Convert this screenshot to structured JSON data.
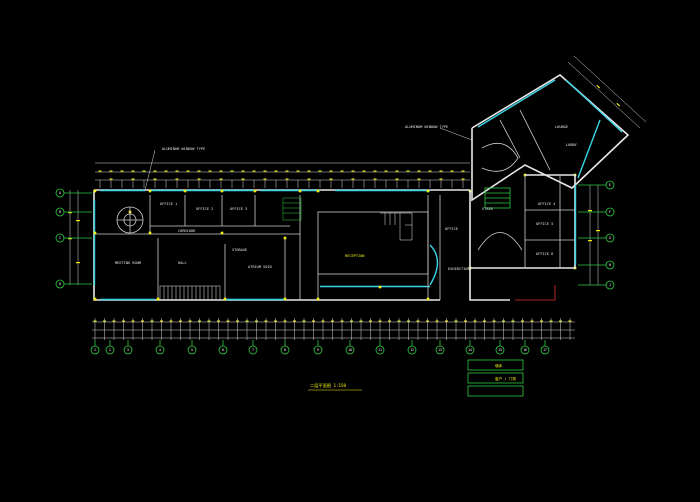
{
  "drawing": {
    "title": "二层平面图 1:150",
    "callouts": [
      {
        "id": "c1",
        "text": "ALUMINUM WINDOW TYPE"
      },
      {
        "id": "c2",
        "text": "ALUMINUM WINDOW TYPE"
      }
    ],
    "rooms": [
      {
        "id": "r1",
        "label": "OFFICE 1"
      },
      {
        "id": "r2",
        "label": "OFFICE 2"
      },
      {
        "id": "r3",
        "label": "OFFICE 3"
      },
      {
        "id": "r4",
        "label": "CORRIDOR"
      },
      {
        "id": "r5",
        "label": "MEETING ROOM"
      },
      {
        "id": "r6",
        "label": "STORAGE"
      },
      {
        "id": "r7",
        "label": "HALL"
      },
      {
        "id": "r8",
        "label": "ATRIUM VOID"
      },
      {
        "id": "r9",
        "label": "RECEPTION"
      },
      {
        "id": "r10",
        "label": "OFFICE"
      },
      {
        "id": "r11",
        "label": "STAIR"
      },
      {
        "id": "r12",
        "label": "EXHIBITION"
      },
      {
        "id": "r13",
        "label": "OFFICE 4"
      },
      {
        "id": "r14",
        "label": "OFFICE 5"
      },
      {
        "id": "r15",
        "label": "OFFICE 6"
      },
      {
        "id": "r16",
        "label": "LOUNGE"
      },
      {
        "id": "r17",
        "label": "LOBBY"
      }
    ],
    "axis_bottom": [
      "1",
      "2",
      "3",
      "4",
      "5",
      "6",
      "7",
      "8",
      "9",
      "10",
      "11",
      "12",
      "13",
      "14",
      "15",
      "16",
      "17"
    ],
    "axis_left": [
      "A",
      "B",
      "C",
      "D"
    ],
    "axis_right": [
      "E",
      "F",
      "G",
      "H",
      "J"
    ],
    "legend": [
      {
        "id": "l1",
        "text": "墙体"
      },
      {
        "id": "l2",
        "text": "窗户 / 门洞"
      },
      {
        "id": "l3",
        "text": ""
      }
    ],
    "colors": {
      "wall": "#e8e8e8",
      "window": "#3ad6e8",
      "dimension": "#f2f20f",
      "axis": "#2ecc40",
      "background": "#000000"
    }
  }
}
